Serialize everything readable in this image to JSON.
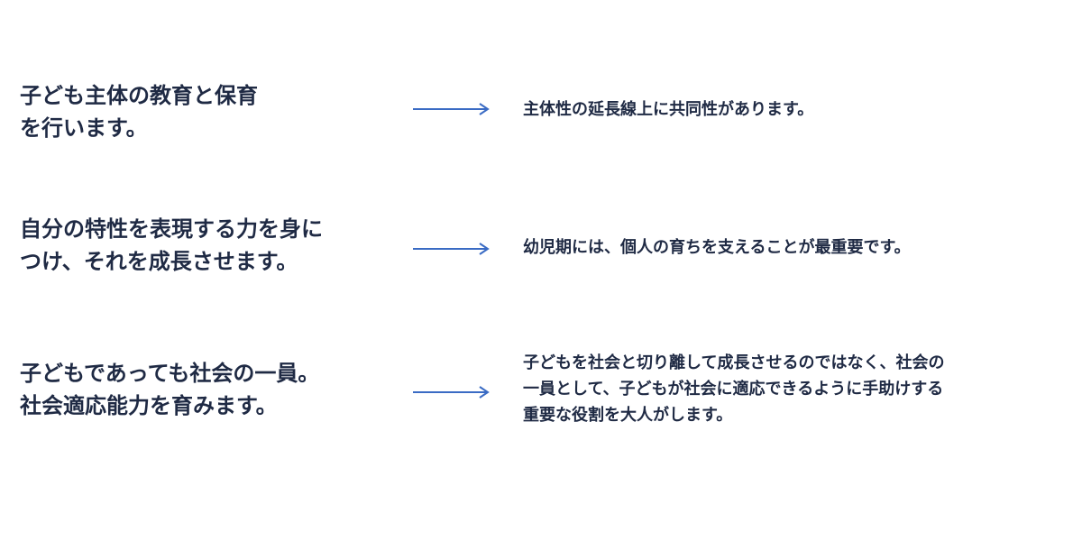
{
  "rows": [
    {
      "left": [
        "子ども主体の教育と保育",
        "を行います。"
      ],
      "right": [
        "主体性の延長線上に共同性があります。"
      ]
    },
    {
      "left": [
        "自分の特性を表現する力を身に",
        "つけ、それを成長させます。"
      ],
      "right": [
        "幼児期には、個人の育ちを支えることが最重要です。"
      ]
    },
    {
      "left": [
        "子どもであっても社会の一員。",
        "社会適応能力を育みます。"
      ],
      "right": [
        "子どもを社会と切り離して成長させるのではなく、社会の",
        "一員として、子どもが社会に適応できるように手助けする",
        "重要な役割を大人がします。"
      ]
    }
  ],
  "colors": {
    "text": "#1f2a44",
    "arrow": "#3a6bc4"
  },
  "icons": {
    "arrow": "right-arrow-icon"
  }
}
